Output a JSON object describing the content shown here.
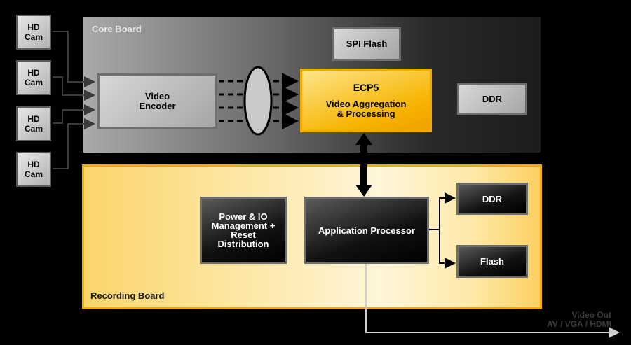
{
  "core_board": {
    "label": "Core Board"
  },
  "recording_board": {
    "label": "Recording Board"
  },
  "cameras": [
    {
      "label": "HD\nCam"
    },
    {
      "label": "HD\nCam"
    },
    {
      "label": "HD\nCam"
    },
    {
      "label": "HD\nCam"
    }
  ],
  "video_encoder": {
    "label": "Video\nEncoder"
  },
  "spi_flash": {
    "label": "SPI Flash"
  },
  "ecp5": {
    "title": "ECP5",
    "subtitle": "Video Aggregation\n& Processing"
  },
  "ddr_core": {
    "label": "DDR"
  },
  "power_io": {
    "label": "Power & IO\nManagement +\nReset\nDistribution"
  },
  "app_processor": {
    "label": "Application Processor"
  },
  "ddr_rec": {
    "label": "DDR"
  },
  "flash_rec": {
    "label": "Flash"
  },
  "video_out": {
    "line1": "Video Out",
    "line2": "AV / VGA / HDMI"
  },
  "colors": {
    "orange": "#f2a900",
    "grey": "#bdbdbd"
  }
}
